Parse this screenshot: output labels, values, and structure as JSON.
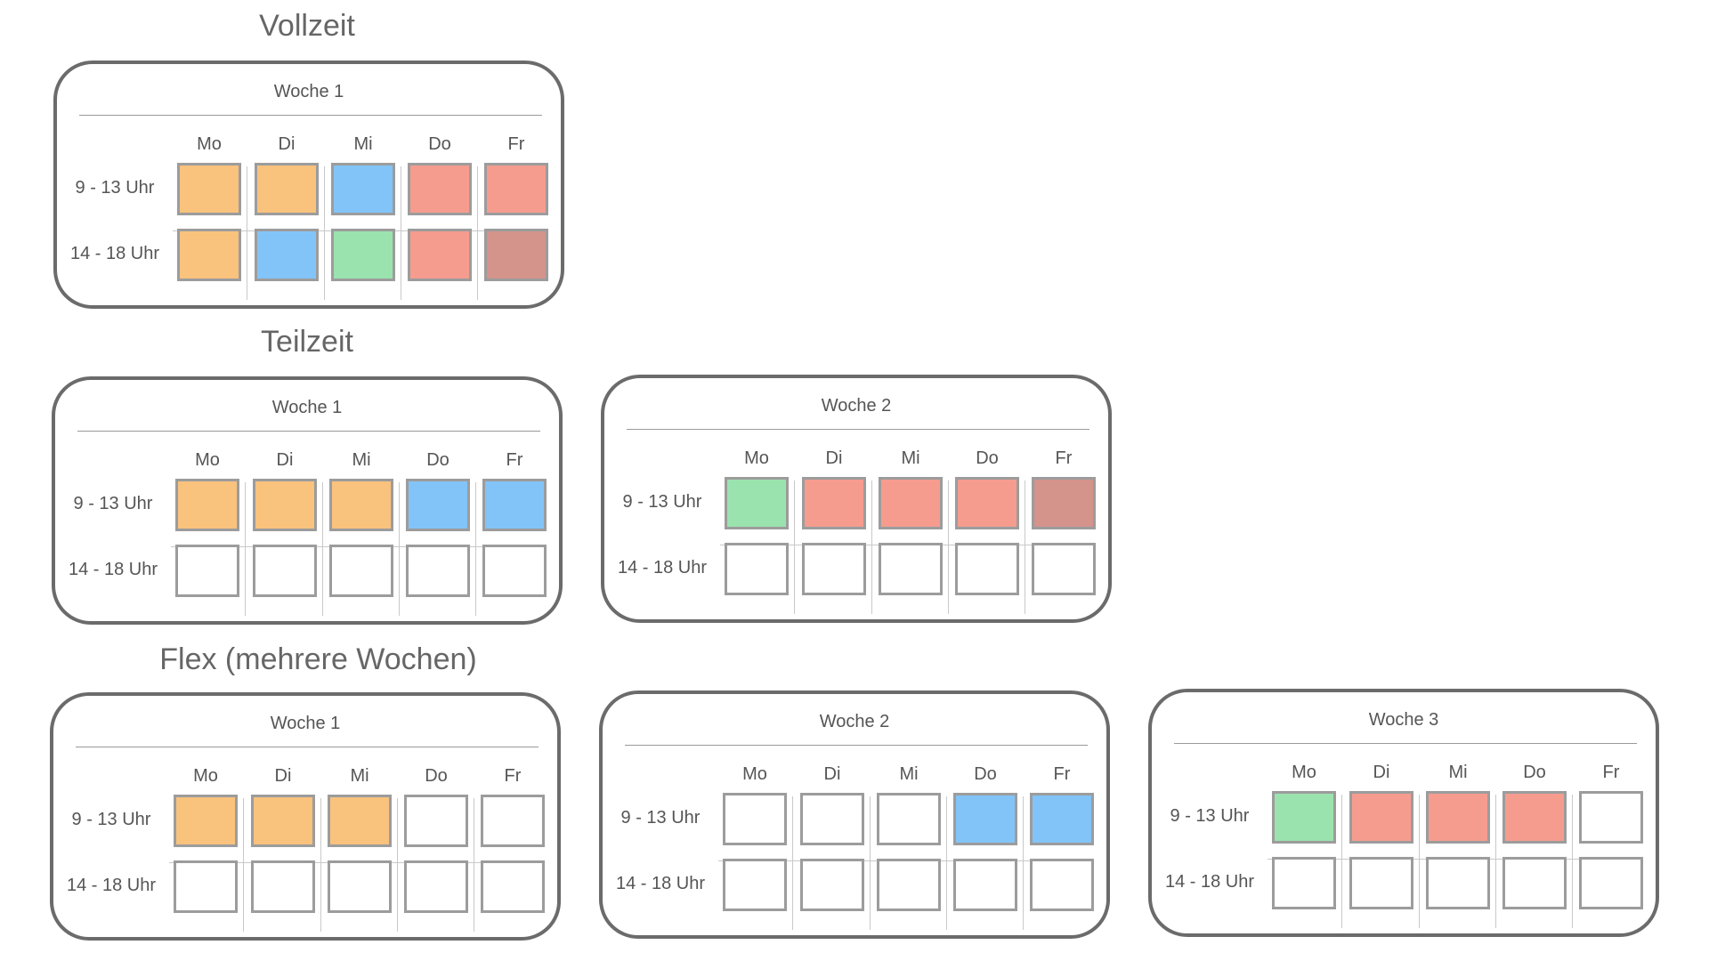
{
  "days": [
    "Mo",
    "Di",
    "Mi",
    "Do",
    "Fr"
  ],
  "times": [
    "9 - 13 Uhr",
    "14 - 18 Uhr"
  ],
  "colors": {
    "orange": "#f9c27d",
    "blue": "#82c4f8",
    "green": "#9be3ae",
    "red": "#f59c8f",
    "brown": "#d4938b",
    "empty": "#ffffff"
  },
  "sections": [
    {
      "title": "Vollzeit",
      "weeks": [
        {
          "label": "Woche 1",
          "slots": [
            [
              "orange",
              "orange",
              "blue",
              "red",
              "red"
            ],
            [
              "orange",
              "blue",
              "green",
              "red",
              "brown"
            ]
          ]
        }
      ]
    },
    {
      "title": "Teilzeit",
      "weeks": [
        {
          "label": "Woche 1",
          "slots": [
            [
              "orange",
              "orange",
              "orange",
              "blue",
              "blue"
            ],
            [
              "empty",
              "empty",
              "empty",
              "empty",
              "empty"
            ]
          ]
        },
        {
          "label": "Woche 2",
          "slots": [
            [
              "green",
              "red",
              "red",
              "red",
              "brown"
            ],
            [
              "empty",
              "empty",
              "empty",
              "empty",
              "empty"
            ]
          ]
        }
      ]
    },
    {
      "title": "Flex (mehrere Wochen)",
      "weeks": [
        {
          "label": "Woche 1",
          "slots": [
            [
              "orange",
              "orange",
              "orange",
              "empty",
              "empty"
            ],
            [
              "empty",
              "empty",
              "empty",
              "empty",
              "empty"
            ]
          ]
        },
        {
          "label": "Woche 2",
          "slots": [
            [
              "empty",
              "empty",
              "empty",
              "blue",
              "blue"
            ],
            [
              "empty",
              "empty",
              "empty",
              "empty",
              "empty"
            ]
          ]
        },
        {
          "label": "Woche 3",
          "slots": [
            [
              "green",
              "red",
              "red",
              "red",
              "empty"
            ],
            [
              "empty",
              "empty",
              "empty",
              "empty",
              "empty"
            ]
          ]
        }
      ]
    }
  ]
}
